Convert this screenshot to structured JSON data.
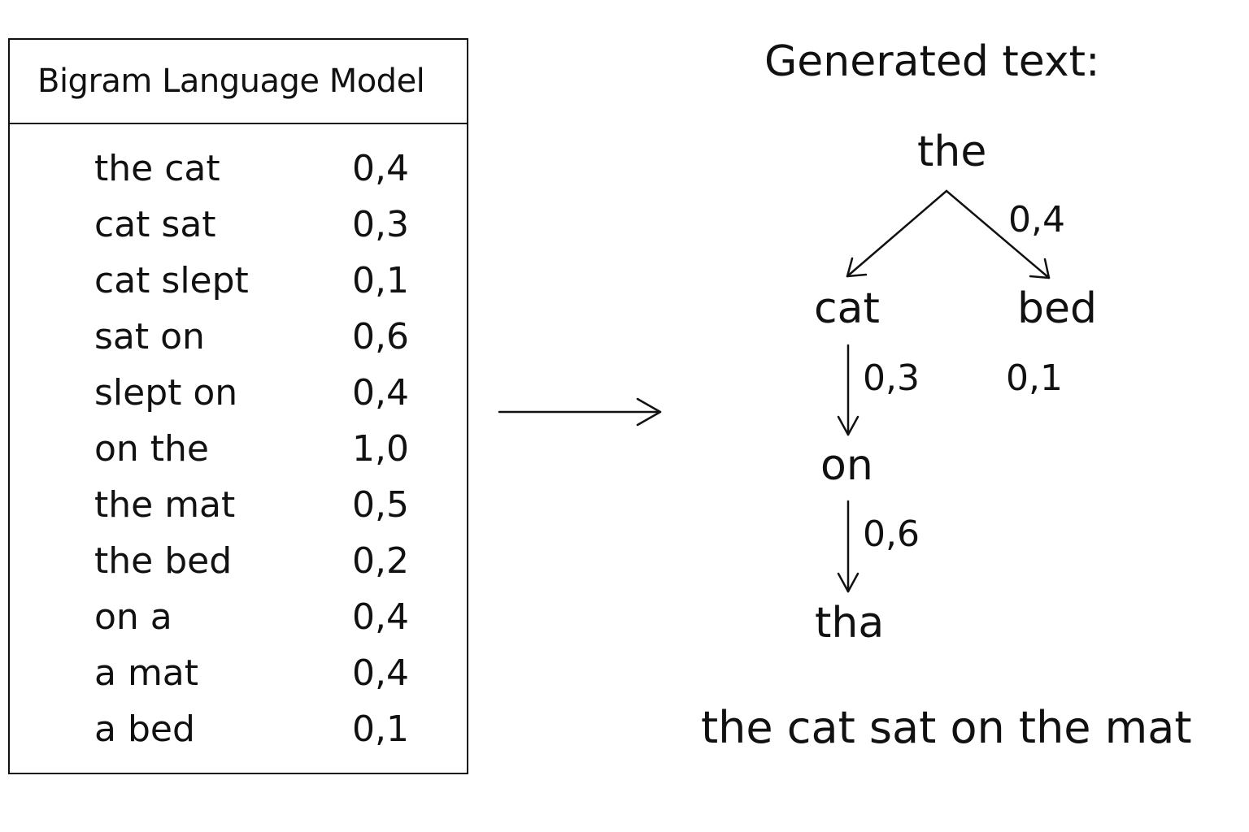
{
  "model_table": {
    "title": "Bigram Language Model",
    "rows": [
      {
        "bigram": "the cat",
        "prob": "0,4"
      },
      {
        "bigram": "cat sat",
        "prob": "0,3"
      },
      {
        "bigram": "cat slept",
        "prob": "0,1"
      },
      {
        "bigram": "sat on",
        "prob": "0,6"
      },
      {
        "bigram": "slept on",
        "prob": "0,4"
      },
      {
        "bigram": "on the",
        "prob": "1,0"
      },
      {
        "bigram": "the mat",
        "prob": "0,5"
      },
      {
        "bigram": "the bed",
        "prob": "0,2"
      },
      {
        "bigram": "on a",
        "prob": "0,4"
      },
      {
        "bigram": "a mat",
        "prob": "0,4"
      },
      {
        "bigram": "a bed",
        "prob": "0,1"
      }
    ]
  },
  "generation": {
    "title": "Generated text:",
    "nodes": {
      "root": "the",
      "left": "cat",
      "right": "bed",
      "third": "on",
      "fourth": "tha"
    },
    "edge_labels": {
      "the_to_bed": "0,4",
      "cat_to_on": "0,3",
      "bed_prob": "0,1",
      "on_to_tha": "0,6"
    },
    "sentence": "the cat sat on the mat"
  }
}
